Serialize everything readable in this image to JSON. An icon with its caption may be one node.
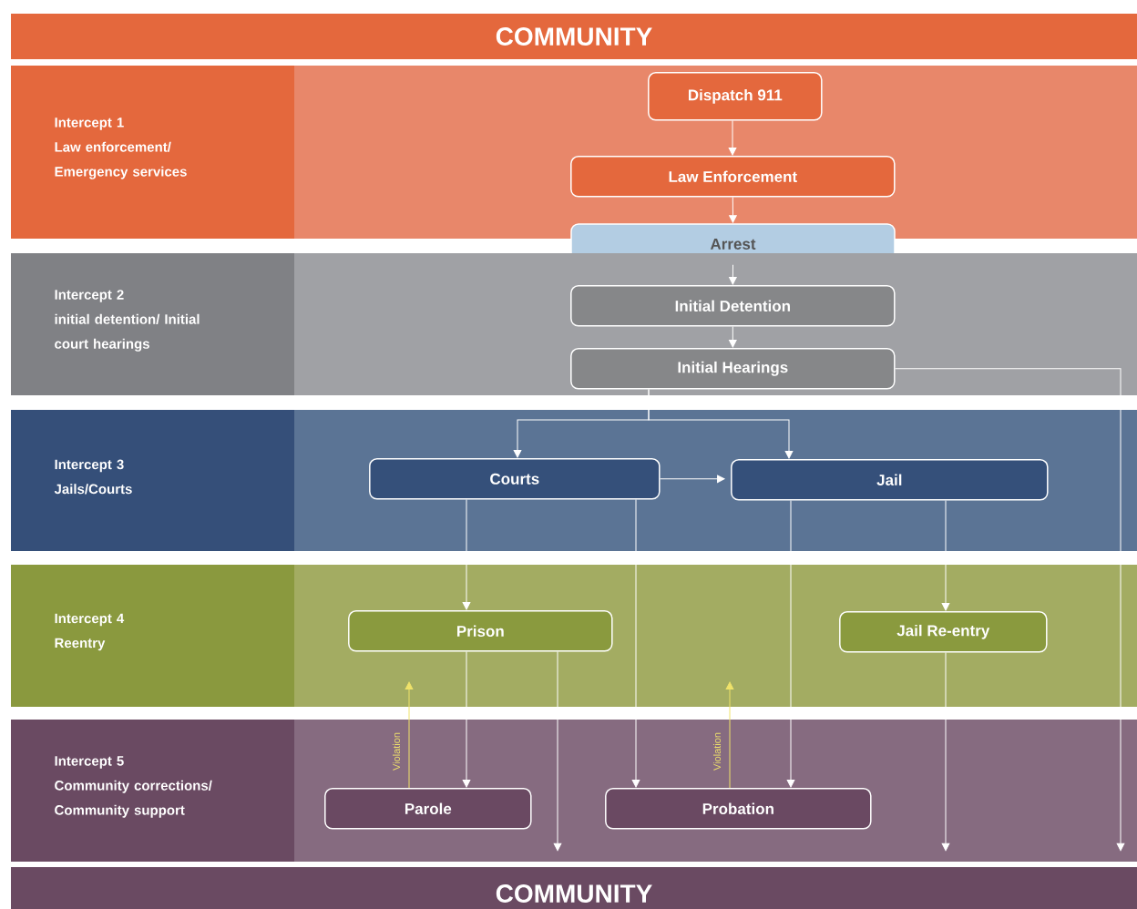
{
  "diagram": {
    "nodes": [
      {
        "text": [
          "COMMUNITY"
        ]
      },
      {
        "text": [
          "Intercept 1",
          "Law enforcement/ Emergency services"
        ]
      },
      {
        "text": [
          "Dispatch 911"
        ],
        "in": 1
      },
      {
        "text": [
          "Law Enforcement"
        ],
        "in": 1
      },
      {
        "text": [
          "Arrest"
        ]
      },
      {
        "text": [
          "Intercept 2",
          "initial detention/ Initial court hearings"
        ]
      },
      {
        "text": [
          "Initial Detention"
        ],
        "in": 5
      },
      {
        "text": [
          "Initial Hearings"
        ],
        "in": 5
      },
      {
        "text": [
          "Intercept 3",
          "Jails/Courts"
        ]
      },
      {
        "text": [
          "Courts"
        ],
        "in": 8
      },
      {
        "text": [
          "Jail"
        ],
        "in": 8
      },
      {
        "text": [
          "Intercept 4",
          "Reentry"
        ]
      },
      {
        "text": [
          "Prison"
        ],
        "in": 11
      },
      {
        "text": [
          "Jail Re-entry"
        ],
        "in": 11
      },
      {
        "text": [
          "Intercept 5",
          "Community corrections/ Community support"
        ]
      },
      {
        "text": [
          "Parole"
        ],
        "in": 14
      },
      {
        "text": [
          "Probation"
        ],
        "in": 14
      },
      {
        "text": [
          "COMMUNITY"
        ]
      }
    ],
    "edges": [
      {
        "from": 2,
        "to": 3,
        "arrow": "to"
      },
      {
        "from": 3,
        "to": 4,
        "arrow": "to"
      },
      {
        "from": 4,
        "to": 6,
        "arrow": "to"
      },
      {
        "from": 6,
        "to": 7,
        "arrow": "to"
      },
      {
        "from": 7,
        "to": 9,
        "arrow": "to"
      },
      {
        "from": 7,
        "to": 10,
        "arrow": "to"
      },
      {
        "from": 7,
        "to": 17,
        "arrow": "to"
      },
      {
        "from": 9,
        "to": 10,
        "arrow": "to"
      },
      {
        "from": 9,
        "to": 12,
        "arrow": "to"
      },
      {
        "from": 9,
        "to": 16,
        "arrow": "to"
      },
      {
        "from": 10,
        "to": 16,
        "arrow": "to"
      },
      {
        "from": 10,
        "to": 13,
        "arrow": "to"
      },
      {
        "from": 12,
        "to": 15,
        "arrow": "to"
      },
      {
        "from": 12,
        "to": 17,
        "arrow": "to"
      },
      {
        "from": 13,
        "to": 17,
        "arrow": "to"
      },
      {
        "from": 15,
        "to": null,
        "arrow": "to",
        "label": "Violation",
        "color": "#efe26a"
      },
      {
        "from": 16,
        "to": null,
        "arrow": "to",
        "label": "Violation",
        "color": "#efe26a"
      }
    ]
  }
}
